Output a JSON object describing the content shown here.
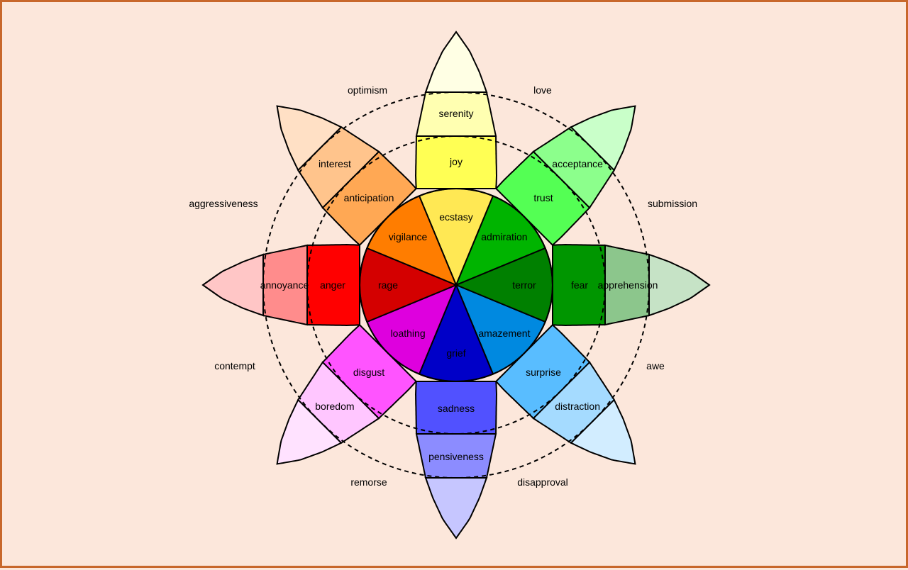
{
  "colors": {
    "background": "#fce7db",
    "border": "#c8672b",
    "outline": "#000000"
  },
  "dyads": [
    "optimism",
    "love",
    "submission",
    "awe",
    "disapproval",
    "remorse",
    "contempt",
    "aggressiveness"
  ],
  "petals": [
    {
      "emotion": "joy",
      "levels": [
        "ecstasy",
        "joy",
        "serenity"
      ],
      "colors": [
        "#ffe854",
        "#ffff54",
        "#ffffb1",
        "#ffffe4"
      ]
    },
    {
      "emotion": "trust",
      "levels": [
        "admiration",
        "trust",
        "acceptance"
      ],
      "colors": [
        "#00b400",
        "#54ff54",
        "#8cff8c",
        "#c9ffc9"
      ]
    },
    {
      "emotion": "fear",
      "levels": [
        "terror",
        "fear",
        "apprehension"
      ],
      "colors": [
        "#008000",
        "#009600",
        "#8cc68c",
        "#c6e3c6"
      ]
    },
    {
      "emotion": "surprise",
      "levels": [
        "amazement",
        "surprise",
        "distraction"
      ],
      "colors": [
        "#0089e0",
        "#59bdff",
        "#a5dbff",
        "#d2edff"
      ]
    },
    {
      "emotion": "sadness",
      "levels": [
        "grief",
        "sadness",
        "pensiveness"
      ],
      "colors": [
        "#0000c8",
        "#5151ff",
        "#8c8cff",
        "#c6c6ff"
      ]
    },
    {
      "emotion": "disgust",
      "levels": [
        "loathing",
        "disgust",
        "boredom"
      ],
      "colors": [
        "#de00de",
        "#ff54ff",
        "#ffc6ff",
        "#ffe2ff"
      ]
    },
    {
      "emotion": "anger",
      "levels": [
        "rage",
        "anger",
        "annoyance"
      ],
      "colors": [
        "#d40000",
        "#ff0000",
        "#ff8c8c",
        "#ffc6c6"
      ]
    },
    {
      "emotion": "anticipation",
      "levels": [
        "vigilance",
        "anticipation",
        "interest"
      ],
      "colors": [
        "#ff7d00",
        "#ffa854",
        "#ffc48c",
        "#ffe0c5"
      ]
    }
  ]
}
